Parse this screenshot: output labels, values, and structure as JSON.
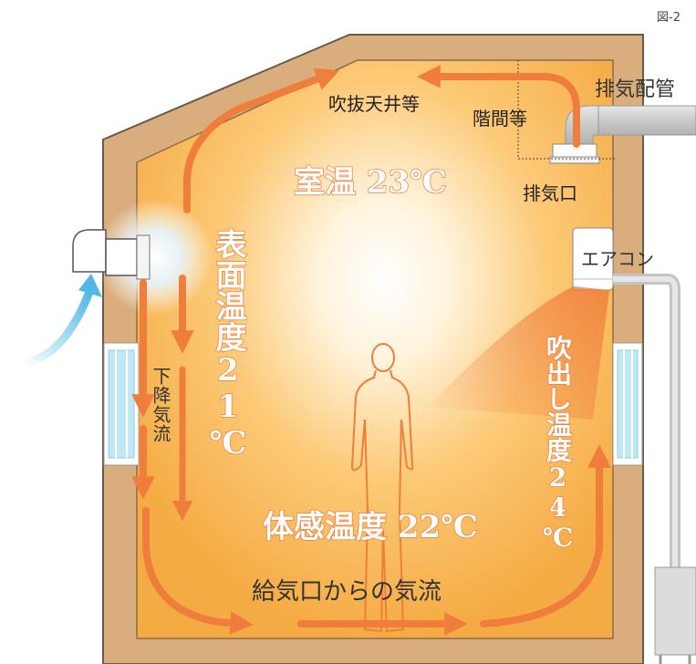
{
  "figure_label": "図-2",
  "labels": {
    "wellhole": "吹抜天井等",
    "stairwell": "階間等",
    "exhaust_pipe": "排気配管",
    "exhaust_port": "排気口",
    "air_conditioner": "エアコン",
    "room_temp": "室温 23℃",
    "surface_temp": "表面温度21℃",
    "downdraft": "下降気流",
    "outlet_temp": "吹出し温度24℃",
    "felt_temp": "体感温度 22℃",
    "supply_airflow": "給気口からの気流"
  },
  "colors": {
    "wall": "#d9ad7c",
    "room": "#f6b04a",
    "arrow": "#ef7d3c",
    "cold_arrow": "#4fb8e6",
    "glass": "#bfe8f6"
  }
}
